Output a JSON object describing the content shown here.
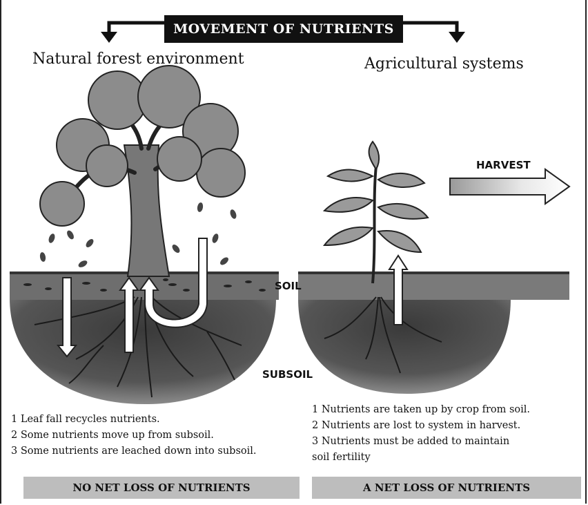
{
  "title": "MOVEMENT OF NUTRIENTS",
  "left": {
    "heading": "Natural forest environment",
    "notes": [
      "1 Leaf fall recycles nutrients.",
      "2 Some nutrients move up from subsoil.",
      "3 Some nutrients are leached down into subsoil."
    ],
    "banner": "NO NET LOSS OF NUTRIENTS"
  },
  "right": {
    "heading": "Agricultural systems",
    "harvest_label": "HARVEST",
    "notes": [
      "1 Nutrients are taken up by crop from soil.",
      "2 Nutrients are lost to system in harvest.",
      "3 Nutrients must be added to maintain",
      "soil fertility"
    ],
    "banner": "A NET LOSS OF NUTRIENTS"
  },
  "labels": {
    "soil": "SOIL",
    "subsoil": "SUBSOIL"
  },
  "colors": {
    "ink": "#111111",
    "soil_band": "#6e6e6e",
    "subsoil": "#4a4a4a",
    "foliage": "#8c8c8c",
    "banner": "#bdbdbd"
  }
}
